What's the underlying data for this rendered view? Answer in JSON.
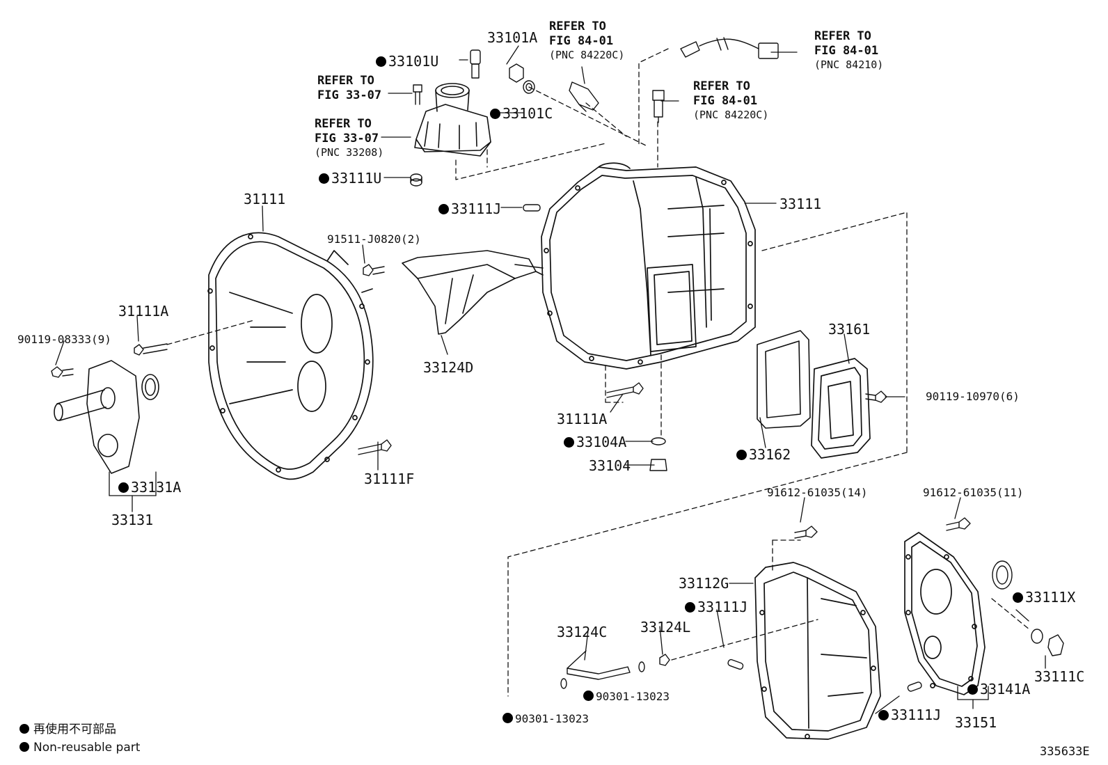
{
  "labels": {
    "l01": "33101A",
    "l02": "33101U",
    "l03": "33101C",
    "l04": "33111U",
    "l05": "31111",
    "l06": "33111J",
    "l07": "33111",
    "l08": "91511-J0820(2)",
    "l09": "31111A",
    "l10": "90119-08333(9)",
    "l11": "33124D",
    "l12": "31111A",
    "l13": "33104A",
    "l14": "33104",
    "l15": "33162",
    "l16": "33161",
    "l17": "90119-10970(6)",
    "l18": "33131A",
    "l19": "33131",
    "l20": "31111F",
    "l21": "91612-61035(14)",
    "l22": "91612-61035(11)",
    "l23": "33112G",
    "l24": "33111J",
    "l25": "33124C",
    "l26": "33124L",
    "l27": "90301-13023",
    "l28": "90301-13023",
    "l29": "33111J",
    "l30": "33141A",
    "l31": "33151",
    "l32": "33111X",
    "l33": "33111C"
  },
  "refs": {
    "r1": {
      "line1": "REFER TO",
      "line2": "FIG 84-01",
      "pnc": "(PNC 84220C)"
    },
    "r2": {
      "line1": "REFER TO",
      "line2": "FIG 84-01",
      "pnc": "(PNC 84210)"
    },
    "r3": {
      "line1": "REFER TO",
      "line2": "FIG 84-01",
      "pnc": "(PNC 84220C)"
    },
    "r4": {
      "line1": "REFER TO",
      "line2": "FIG 33-07"
    },
    "r5": {
      "line1": "REFER TO",
      "line2": "FIG 33-07",
      "pnc": "(PNC 33208)"
    }
  },
  "legend": {
    "jp": "再使用不可部品",
    "en": "Non-reusable part"
  },
  "figure_code": "335633E"
}
